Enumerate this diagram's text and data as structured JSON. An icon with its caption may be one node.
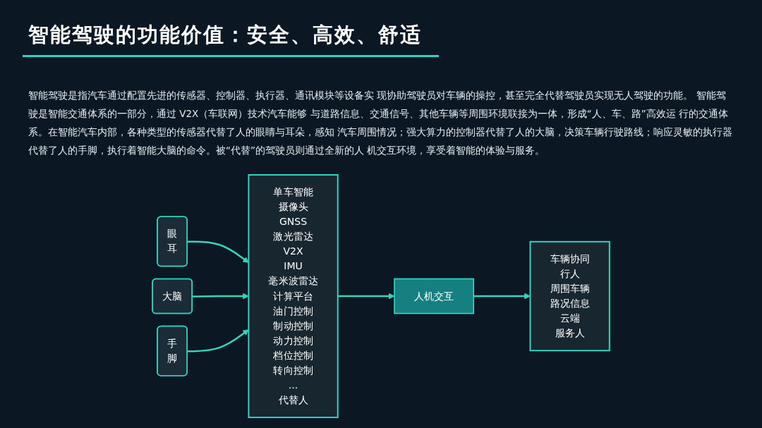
{
  "diagram": {
    "title": "智能驾驶的功能价值：安全、高效、舒适",
    "nodes": [
      {
        "text": [
          "眼",
          "耳"
        ]
      },
      {
        "text": [
          "大脑"
        ]
      },
      {
        "text": [
          "手",
          "脚"
        ]
      },
      {
        "text": [
          "单车智能",
          "摄像头",
          "GNSS",
          "激光雷达",
          "V2X",
          "IMU",
          "毫米波雷达",
          "计算平台",
          "油门控制",
          "制动控制",
          "动力控制",
          "档位控制",
          "转向控制",
          "...",
          "代替人"
        ]
      },
      {
        "text": [
          "人机交互"
        ]
      },
      {
        "text": [
          "车辆协同",
          "行人",
          "周围车辆",
          "路况信息",
          "云端",
          "服务人"
        ]
      }
    ],
    "edges": [
      {
        "from": 0,
        "to": 3,
        "arrow": "to"
      },
      {
        "from": 1,
        "to": 3,
        "arrow": "to"
      },
      {
        "from": 2,
        "to": 3,
        "arrow": "to"
      },
      {
        "from": 3,
        "to": 4,
        "arrow": "to"
      },
      {
        "from": 4,
        "to": 5,
        "arrow": "to"
      }
    ],
    "labels": [
      "智能驾驶是指汽车通过配置先进的传感器、控制器、执行器、通讯模块等设备实 现协助驾驶员对车辆的操控，甚至完全代替驾驶员实现无人驾驶的功能。 智能驾驶是智能交通体系的一部分，通过 V2X（车联网）技术汽车能够 与道路信息、交通信号、其他车辆等周围环境联接为一体，形成“人、车、路”高效运 行的交通体系。在智能汽车内部，各种类型的传感器代替了人的眼睛与耳朵，感知 汽车周围情况；强大算力的控制器代替了人的大脑，决策车辆行驶路线；响应灵敏的执行器代替了人的手脚，执行着智能大脑的命令。被“代替”的驾驶员则通过全新的人 机交互环境，享受着智能的体验与服务。"
    ]
  }
}
